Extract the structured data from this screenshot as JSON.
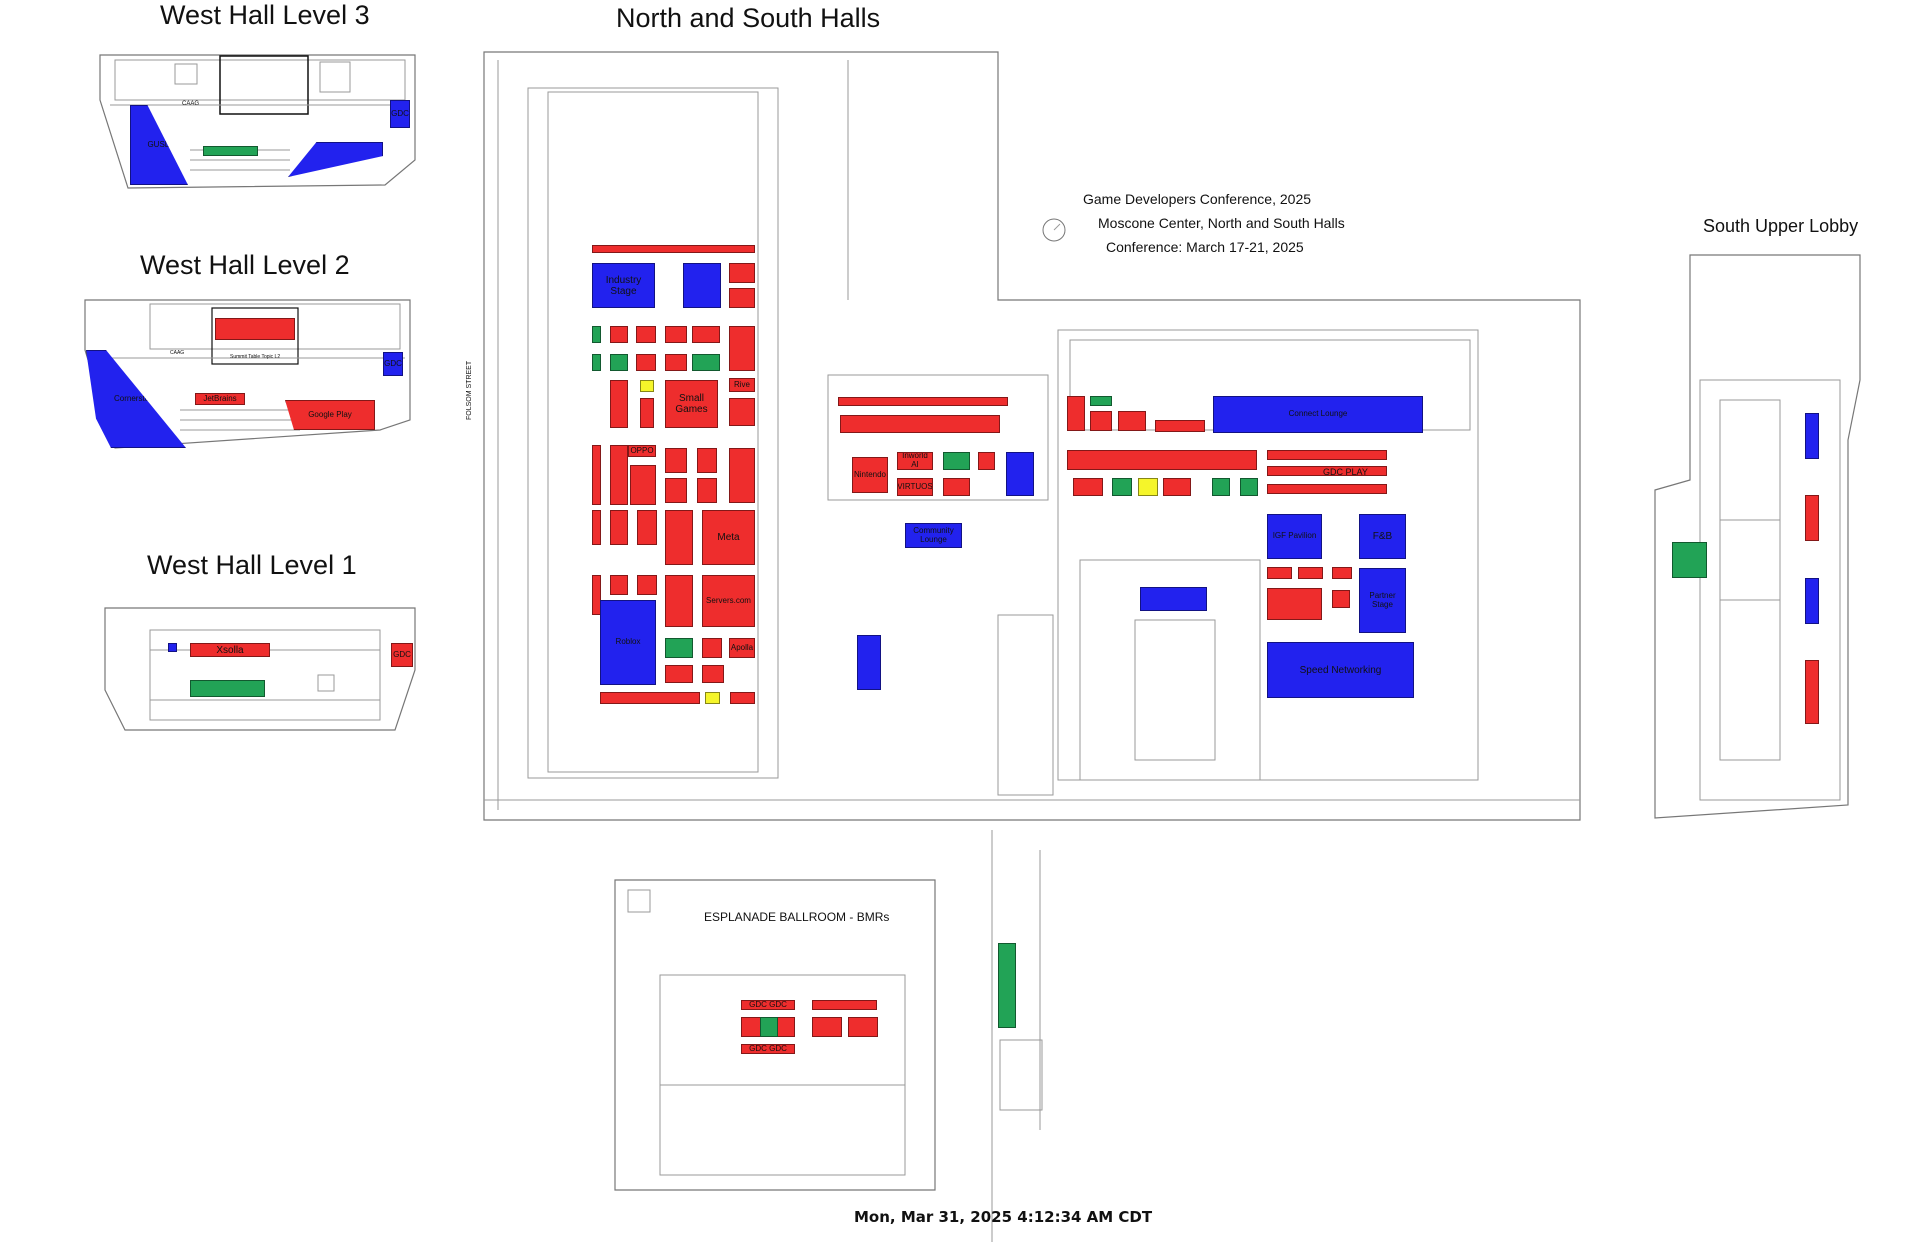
{
  "titles": {
    "west3": "West Hall Level 3",
    "west2": "West Hall Level 2",
    "west1": "West Hall Level 1",
    "north_south": "North and South Halls",
    "south_upper": "South Upper Lobby",
    "esplanade": "ESPLANADE BALLROOM - BMRs"
  },
  "conference": {
    "line1": "Game Developers Conference, 2025",
    "line2": "Moscone Center, North and South Halls",
    "line3": "Conference: March 17-21, 2025"
  },
  "timestamp": "Mon, Mar 31, 2025 4:12:34 AM CDT",
  "streets": {
    "folsom": "FOLSOM STREET"
  },
  "colors": {
    "red": "#ee2d2d",
    "blue": "#2222ee",
    "green": "#22a356",
    "yellow": "#f5f52a"
  },
  "booths": {
    "w3_cang": "CAAG",
    "w3_gusd": "GUSD",
    "w3_gdc": "GDC",
    "w2_jetbrains": "JetBrains",
    "w2_google": "Google Play",
    "w2_gdc": "GDC",
    "w2_cornerstone": "Cornerstone",
    "w2_summit": "Summit Table Topic L2",
    "w2_cang": "CAAG",
    "w1_xsolla": "Xsolla",
    "w1_gdc": "GDC",
    "industry_stage": "Industry Stage",
    "small_games": "Small Games",
    "meta": "Meta",
    "servers": "Servers.com",
    "oppo": "OPPO",
    "rive": "Rive",
    "apollo": "Apolla",
    "roblox": "Roblox",
    "connect_lounge": "Connect Lounge",
    "community_lounge": "Community Lounge",
    "gdc_play": "GDC PLAY",
    "igf": "IGF Pavilion",
    "fb": "F&B",
    "partner_stage": "Partner Stage",
    "speed_networking": "Speed Networking",
    "esp_gdc1": "GDC GDC",
    "esp_gdc2": "GDC GDC",
    "inworld": "Inworld AI",
    "nintendo": "Nintendo",
    "fmod": "VIRTUOS"
  }
}
